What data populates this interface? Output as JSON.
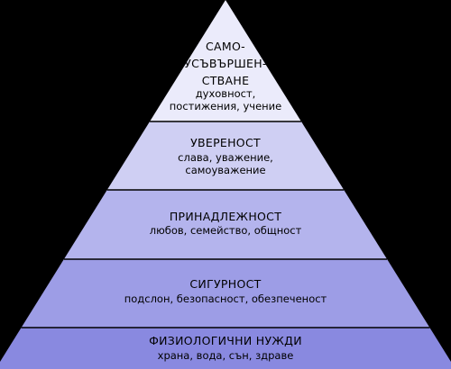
{
  "tiers": [
    {
      "title_lines": [
        "САМО-",
        "УСЪВЪРШЕН-",
        "СТВАНЕ"
      ],
      "desc_lines": [
        "духовност,",
        "постижения, учение"
      ],
      "color": "#ebebfb"
    },
    {
      "title_lines": [
        "УВЕРЕНОСТ"
      ],
      "desc_lines": [
        "слава, уважение,",
        "самоуважение"
      ],
      "color": "#cfcff3"
    },
    {
      "title_lines": [
        "ПРИНАДЛЕЖНОСТ"
      ],
      "desc_lines": [
        "любов, семейство, общност"
      ],
      "color": "#b4b4ed"
    },
    {
      "title_lines": [
        "СИГУРНОСТ"
      ],
      "desc_lines": [
        "подслон, безопасност, обезпеченост"
      ],
      "color": "#9d9de6"
    },
    {
      "title_lines": [
        "ФИЗИОЛОГИЧНИ НУЖДИ"
      ],
      "desc_lines": [
        "храна, вода, сън, здраве"
      ],
      "color": "#8989e0"
    }
  ],
  "background_color": "#000000",
  "separator_color": "#000000"
}
